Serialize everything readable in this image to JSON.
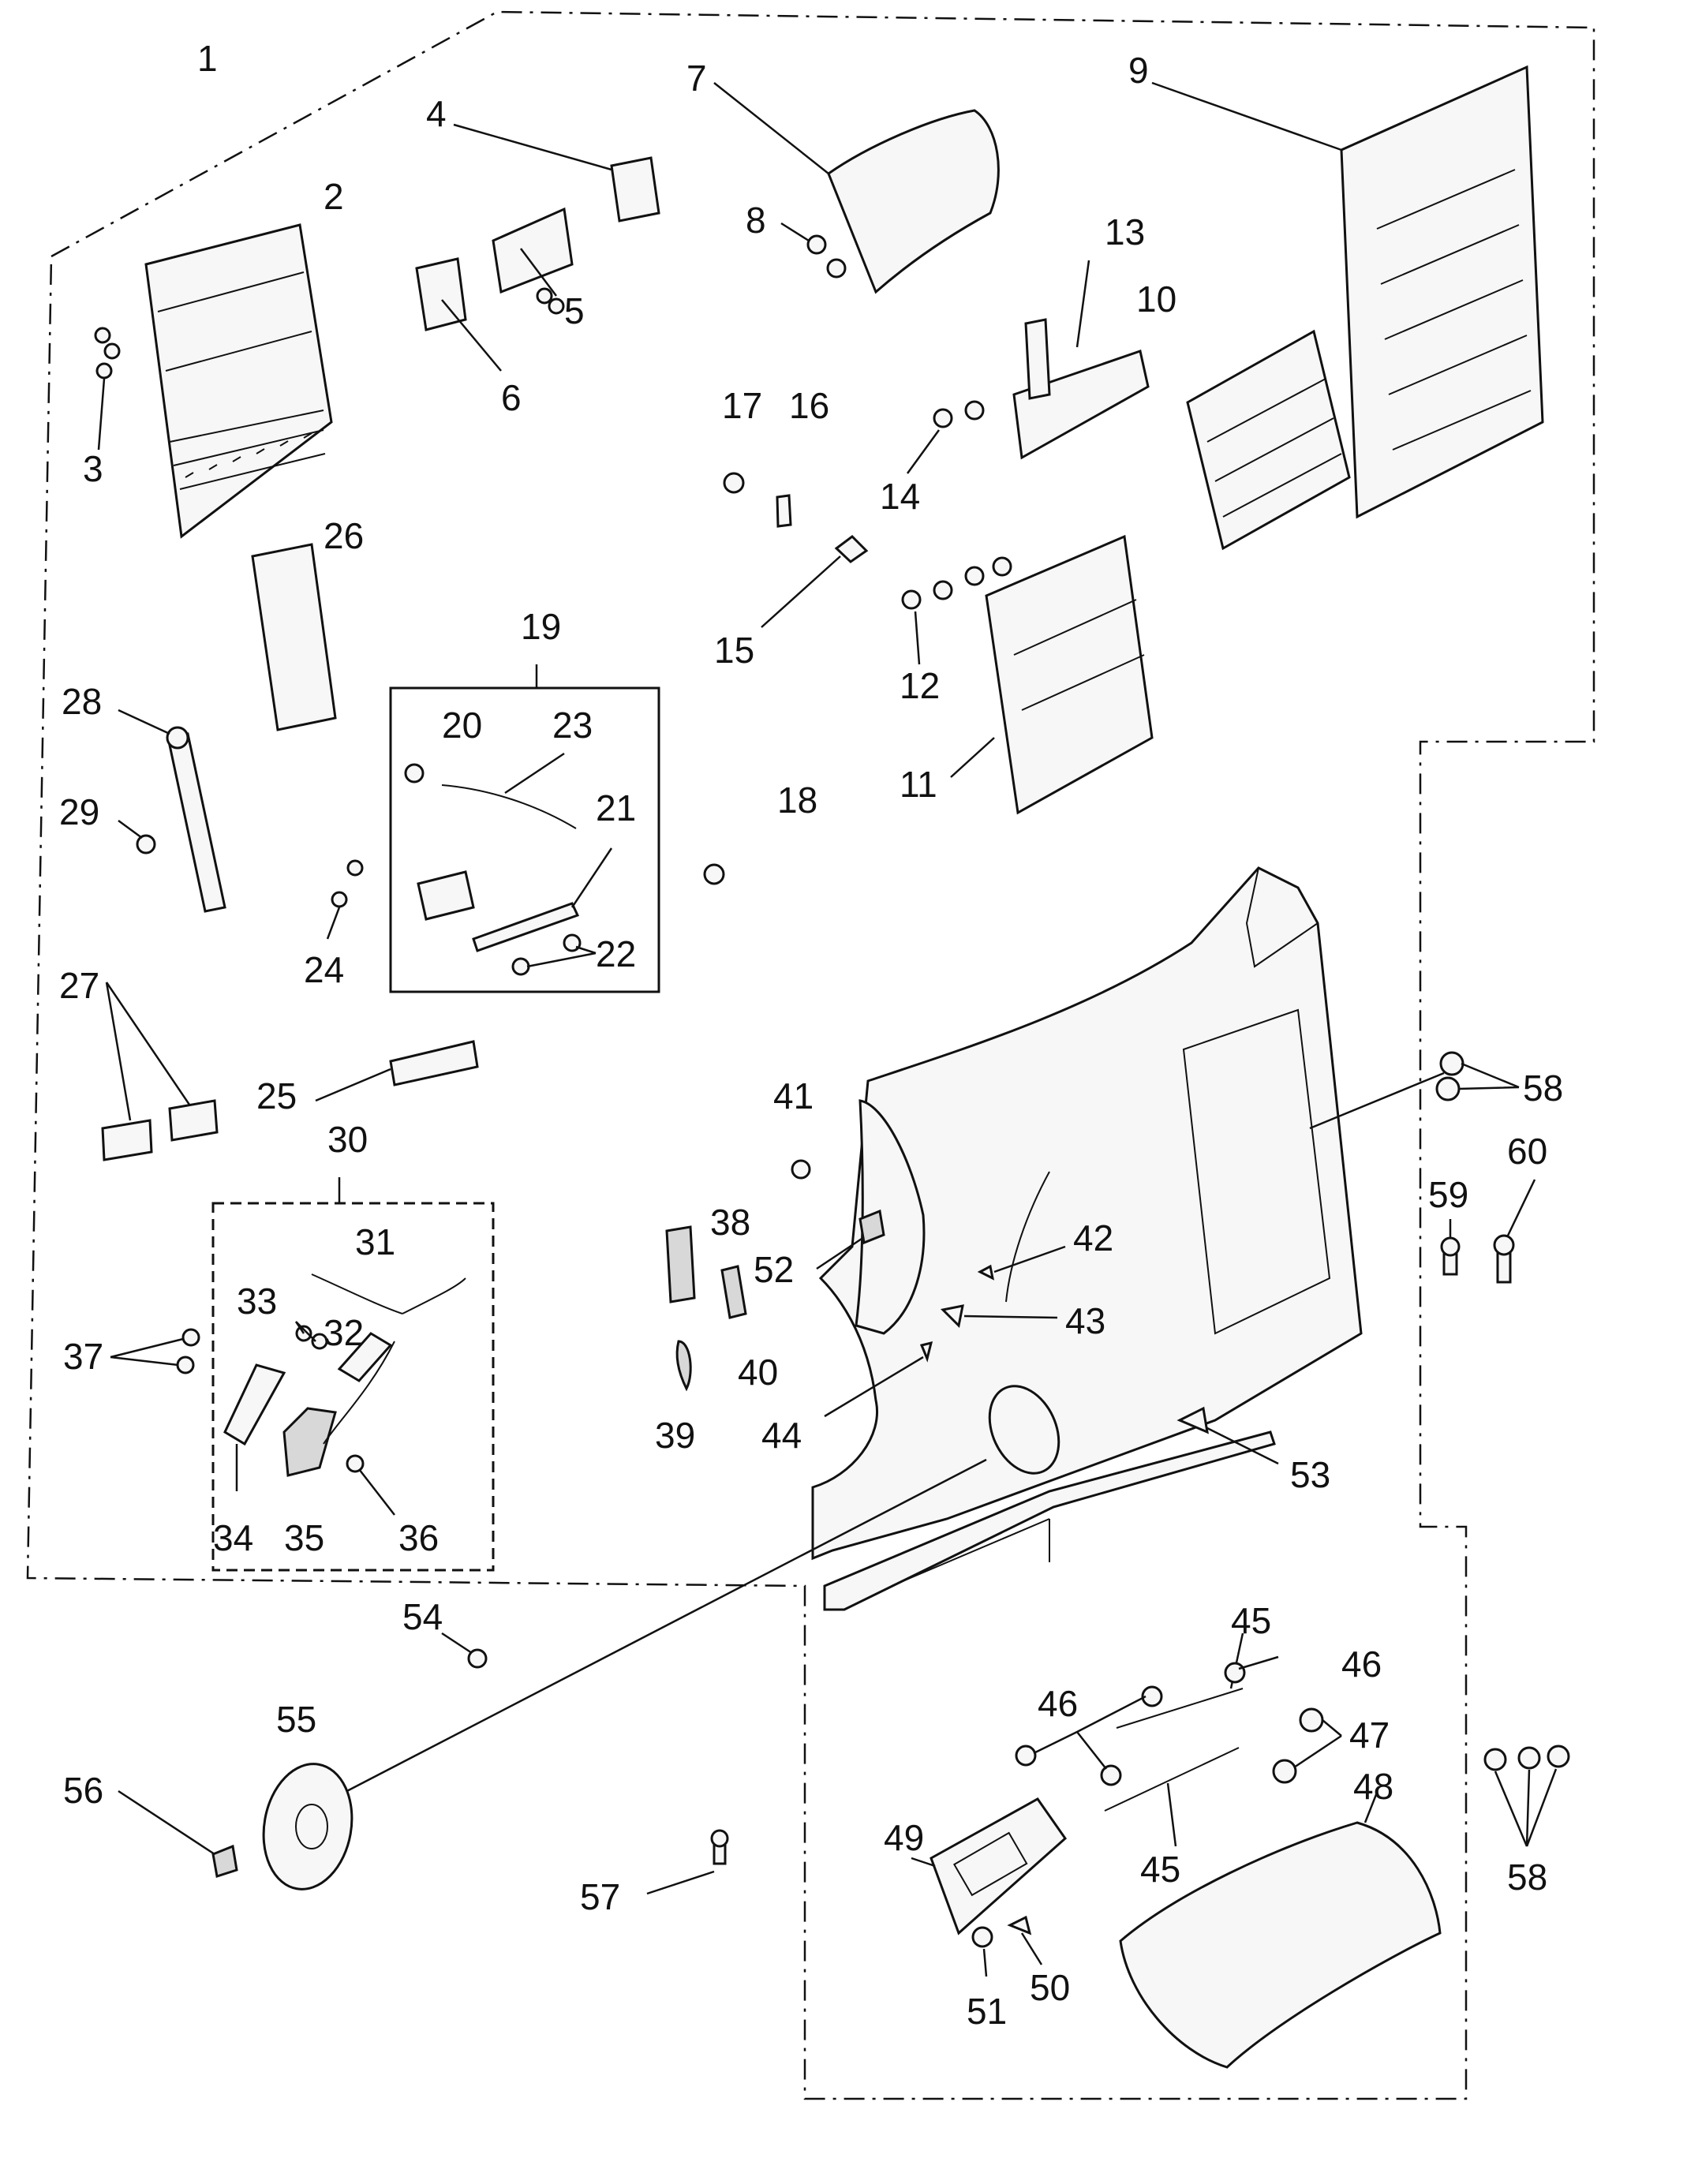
{
  "labels": {
    "p1": "1",
    "p2": "2",
    "p3": "3",
    "p4": "4",
    "p5": "5",
    "p6": "6",
    "p7": "7",
    "p8": "8",
    "p9": "9",
    "p10": "10",
    "p11": "11",
    "p12": "12",
    "p13": "13",
    "p14": "14",
    "p15": "15",
    "p16": "16",
    "p17": "17",
    "p18": "18",
    "p19": "19",
    "p20": "20",
    "p21": "21",
    "p22": "22",
    "p23": "23",
    "p24": "24",
    "p25": "25",
    "p26": "26",
    "p27": "27",
    "p28": "28",
    "p29": "29",
    "p30": "30",
    "p31": "31",
    "p32": "32",
    "p33": "33",
    "p34": "34",
    "p35": "35",
    "p36": "36",
    "p37": "37",
    "p38": "38",
    "p39": "39",
    "p40": "40",
    "p41": "41",
    "p42": "42",
    "p43": "43",
    "p44": "44",
    "p45a": "45",
    "p45b": "45",
    "p46a": "46",
    "p46b": "46",
    "p47": "47",
    "p48": "48",
    "p49": "49",
    "p50": "50",
    "p51": "51",
    "p52": "52",
    "p53": "53",
    "p54": "54",
    "p55": "55",
    "p56": "56",
    "p57": "57",
    "p58a": "58",
    "p58b": "58",
    "p59": "59",
    "p60": "60"
  }
}
